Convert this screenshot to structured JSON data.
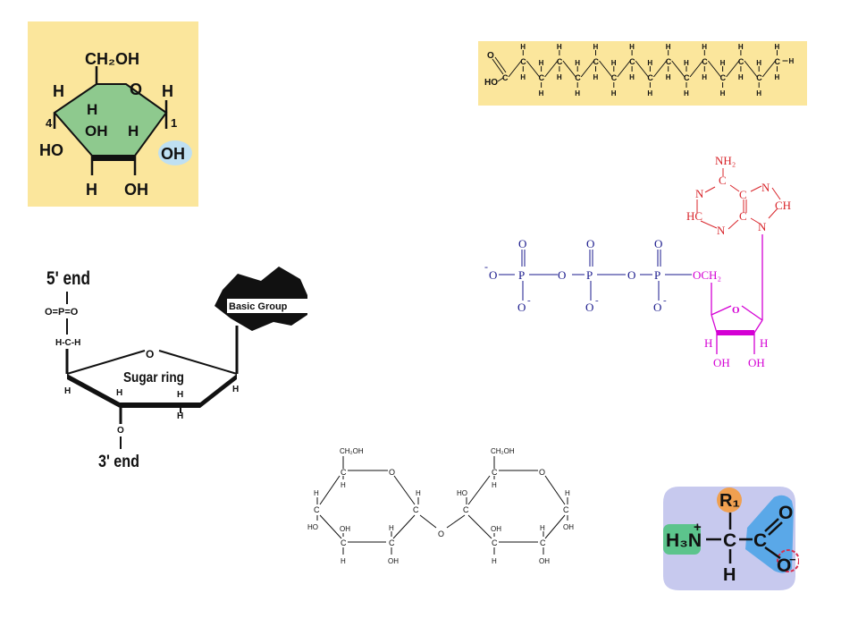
{
  "glucose": {
    "ch2oh": "CH₂OH",
    "o": "O",
    "h": "H",
    "oh": "OH",
    "ho": "HO",
    "c4": "4",
    "c1": "1",
    "colors": {
      "panel": "#fbe69c",
      "ring": "#8ec98e",
      "oh_highlight": "#bfe0f2"
    }
  },
  "fatty_acid": {
    "h": "H",
    "c": "C",
    "o": "O",
    "ho": "HO",
    "carbon_count": 16,
    "colors": {
      "band": "#fbe69c"
    }
  },
  "nucleotide": {
    "five_prime": "5' end",
    "three_prime": "3' end",
    "phosphate": "O=P=O",
    "hch": "H-C-H",
    "o": "O",
    "h": "H",
    "sugar_ring": "Sugar ring",
    "basic_group": "Basic Group"
  },
  "atp": {
    "nh2": "NH₂",
    "n": "N",
    "c": "C",
    "hc": "HC",
    "ch": "CH",
    "p": "P",
    "o": "O",
    "o_minus": "O",
    "minus": "-",
    "och2": "OCH₂",
    "h": "H",
    "oh": "OH",
    "colors": {
      "phosphate": "#1a1a8c",
      "adenine": "#d8242a",
      "ribose": "#d400d4"
    }
  },
  "disaccharide": {
    "ch2oh": "CH₂OH",
    "c": "C",
    "o": "O",
    "h": "H",
    "oh": "OH",
    "ho": "HO"
  },
  "amino_acid": {
    "r1": "R₁",
    "h3n": "H₃N",
    "plus": "+",
    "c": "C",
    "h": "H",
    "o": "O",
    "o_minus": "O",
    "minus": "−",
    "colors": {
      "panel": "#c7c9ee",
      "amine": "#5cc48c",
      "r": "#f0a050",
      "carboxyl": "#5aa8e8",
      "minus_ring": "#d83050"
    }
  }
}
